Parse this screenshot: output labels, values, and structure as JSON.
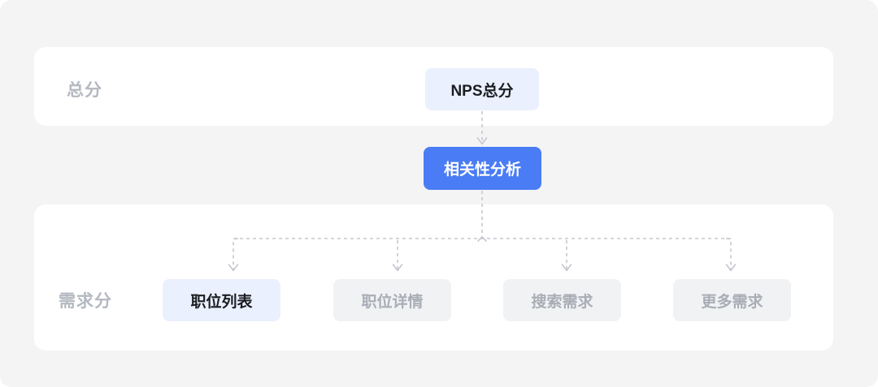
{
  "canvas": {
    "background_color": "#f4f4f5",
    "card_color": "#ffffff"
  },
  "rows": [
    {
      "label": "总分",
      "name": "row-total"
    },
    {
      "label": "需求分",
      "name": "row-demand"
    }
  ],
  "nodes": {
    "nps_total": {
      "label": "NPS总分",
      "style": "light",
      "bg": "#eaf0fd",
      "fg": "#1b1d21"
    },
    "correlation": {
      "label": "相关性分析",
      "style": "primary",
      "bg": "#4a7cf5",
      "fg": "#ffffff"
    },
    "children": [
      {
        "label": "职位列表",
        "style": "light",
        "bg": "#eaf0fd",
        "fg": "#1b1d21"
      },
      {
        "label": "职位详情",
        "style": "muted",
        "bg": "#f1f2f4",
        "fg": "#a9adb5"
      },
      {
        "label": "搜索需求",
        "style": "muted",
        "bg": "#f1f2f4",
        "fg": "#a9adb5"
      },
      {
        "label": "更多需求",
        "style": "muted",
        "bg": "#f1f2f4",
        "fg": "#a9adb5"
      }
    ]
  },
  "connectors": {
    "style": "dashed",
    "color": "#c5c8ce",
    "arrow": "chevron-down",
    "edges": [
      {
        "from": "NPS总分",
        "to": "相关性分析"
      },
      {
        "from": "相关性分析",
        "to": "职位列表"
      },
      {
        "from": "相关性分析",
        "to": "职位详情"
      },
      {
        "from": "相关性分析",
        "to": "搜索需求"
      },
      {
        "from": "相关性分析",
        "to": "更多需求"
      }
    ]
  }
}
